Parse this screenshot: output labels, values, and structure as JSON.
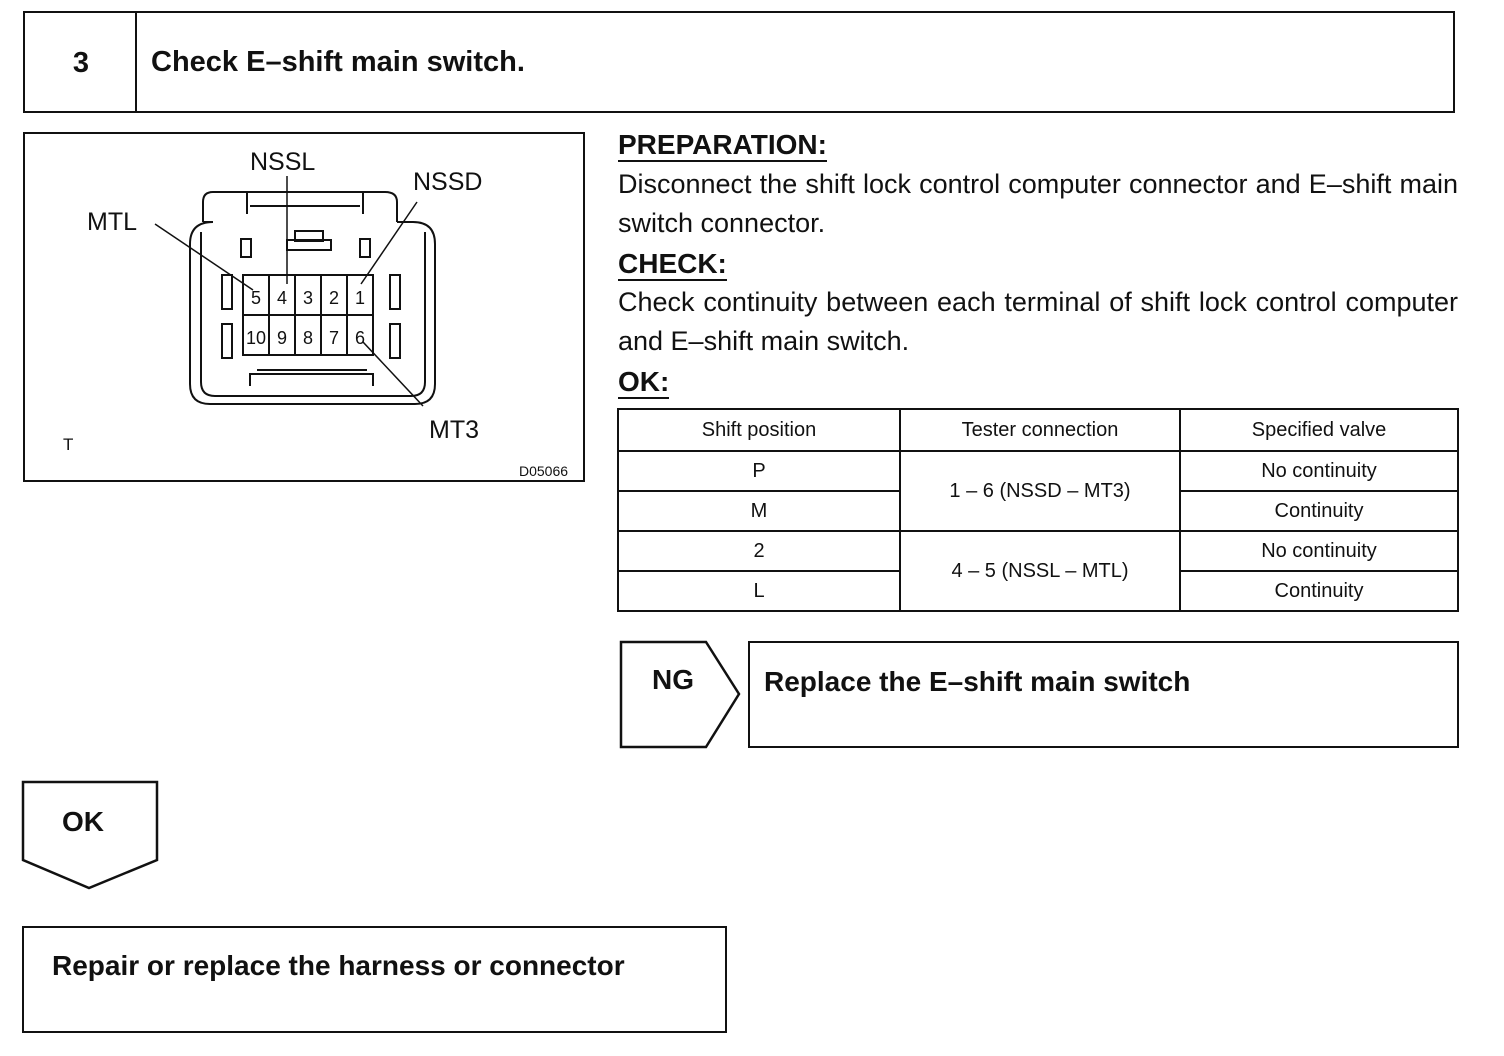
{
  "step": {
    "number": "3",
    "title": "Check E–shift main switch."
  },
  "diagram": {
    "labels": {
      "nssl": "NSSL",
      "nssd": "NSSD",
      "mtl": "MTL",
      "mt3": "MT3",
      "view": "T",
      "code": "D05066"
    },
    "pins_top": [
      "5",
      "4",
      "3",
      "2",
      "1"
    ],
    "pins_bottom": [
      "10",
      "9",
      "8",
      "7",
      "6"
    ]
  },
  "preparation": {
    "heading": "PREPARATION:",
    "text": "Disconnect the shift lock control computer connector and E–shift main switch connector."
  },
  "check": {
    "heading": "CHECK:",
    "text": "Check continuity between each terminal of shift lock control computer and E–shift main switch."
  },
  "ok": {
    "heading": "OK:"
  },
  "table": {
    "headers": [
      "Shift position",
      "Tester connection",
      "Specified valve"
    ],
    "rows": [
      {
        "position": "P",
        "connection": "1 – 6 (NSSD – MT3)",
        "value": "No continuity"
      },
      {
        "position": "M",
        "connection": "",
        "value": "Continuity"
      },
      {
        "position": "2",
        "connection": "4 – 5 (NSSL – MTL)",
        "value": "No continuity"
      },
      {
        "position": "L",
        "connection": "",
        "value": "Continuity"
      }
    ]
  },
  "ng": {
    "label": "NG",
    "action": "Replace the E–shift main switch"
  },
  "ok_result": {
    "label": "OK",
    "action": "Repair or replace the harness or connector"
  }
}
